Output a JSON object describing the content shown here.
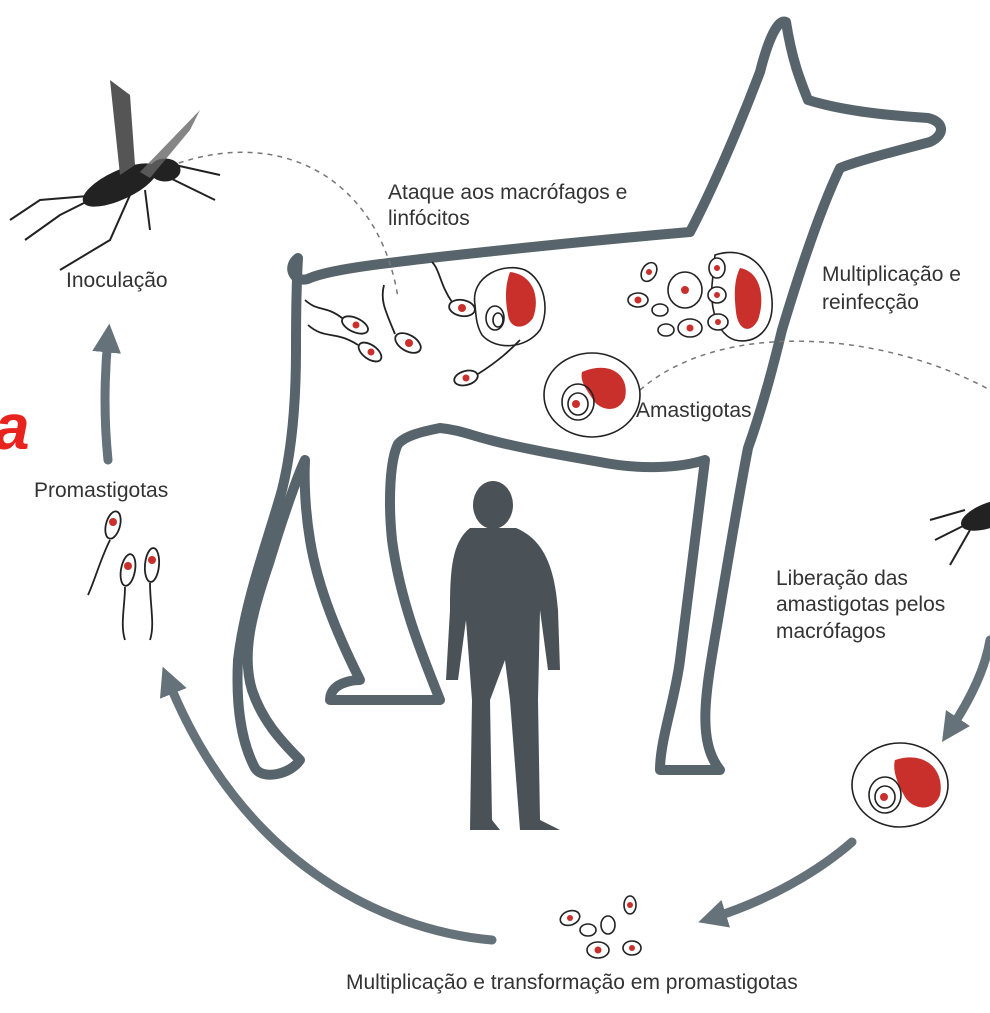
{
  "labels": {
    "inoculation": "Inoculação",
    "attack": "Ataque aos macrófagos e",
    "attack_line2": "linfócitos",
    "multiplication": "Multiplicação e",
    "multiplication_line2": "reinfecção",
    "amastigotes": "Amastigotas",
    "promastigotes": "Promastigotas",
    "release": "Liberação das",
    "release_line2": "amastigotas pelos",
    "release_line3": "macrófagos",
    "bottom": "Multiplicação e transformação em promastigotas",
    "red_partial": "a"
  },
  "colors": {
    "outline": "#58646b",
    "arrow": "#667279",
    "human": "#4a5257",
    "parasite_red": "#c9302c",
    "accent_text": "#e8231e",
    "text": "#333333"
  },
  "icons": {
    "mosquito": "mosquito-icon",
    "dog": "dog-outline",
    "human": "human-silhouette-icon"
  }
}
